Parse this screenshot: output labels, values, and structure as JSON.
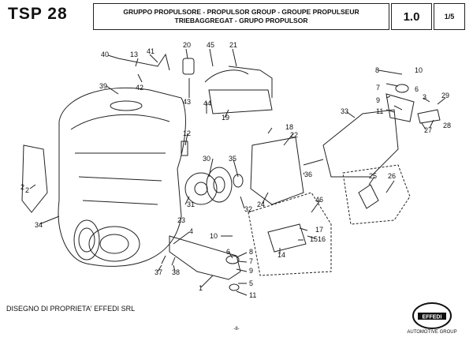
{
  "header": {
    "code": "TSP 28",
    "title_line1": "GRUPPO PROPULSORE - PROPULSOR GROUP - GROUPE PROPULSEUR",
    "title_line2": "TRIEBAGGREGAT - GRUPO PROPULSOR",
    "version": "1.0",
    "page": "1/5"
  },
  "callouts": [
    "40",
    "13",
    "41",
    "42",
    "39",
    "20",
    "45",
    "21",
    "43",
    "44",
    "19",
    "8",
    "10",
    "7",
    "6",
    "9",
    "3",
    "29",
    "11",
    "2",
    "28",
    "33",
    "27",
    "12",
    "18",
    "30",
    "22",
    "31",
    "35",
    "23",
    "36",
    "25",
    "26",
    "32",
    "24",
    "2",
    "34",
    "46",
    "17",
    "4",
    "10",
    "15",
    "16",
    "14",
    "8",
    "6",
    "7",
    "9",
    "5",
    "11",
    "37",
    "38",
    "1"
  ],
  "footer": {
    "ownership": "DISEGNO DI PROPRIETA' EFFEDI SRL",
    "page_number": "-8-",
    "logo_text": "EFFEDI",
    "logo_subtitle": "AUTOMOTIVE GROUP"
  }
}
